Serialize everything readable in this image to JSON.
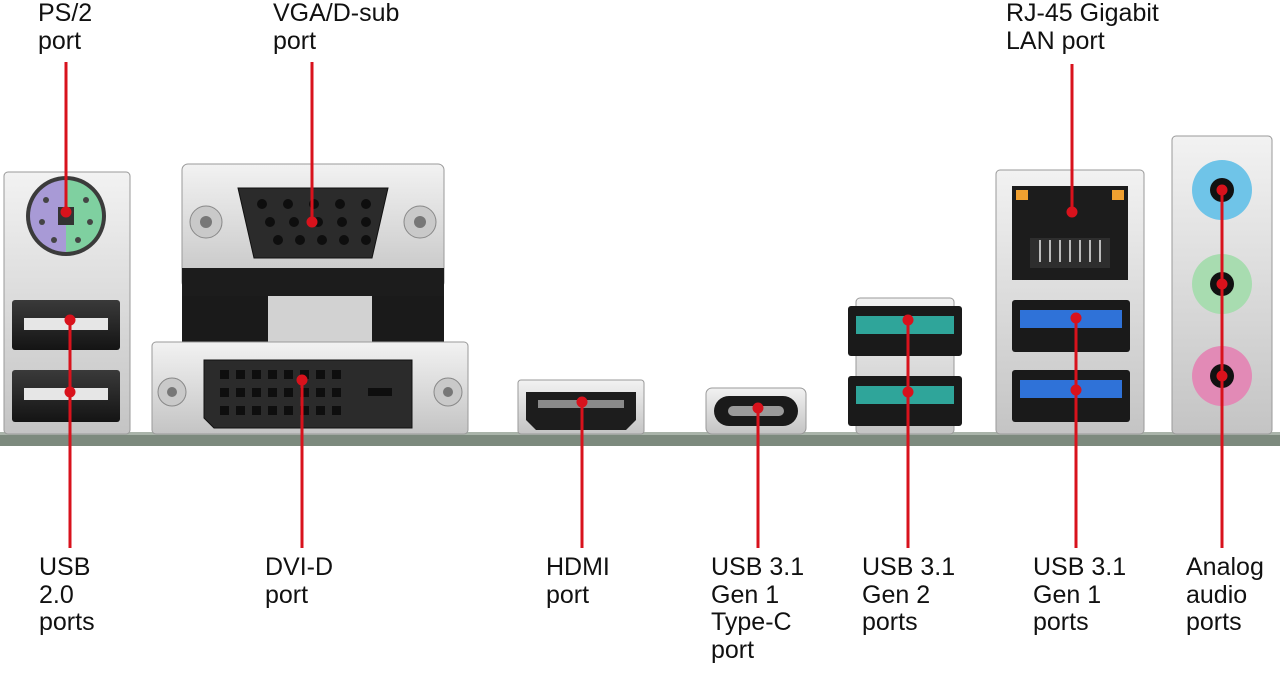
{
  "colors": {
    "leader_line": "#d8121c",
    "ps2_mouse": "#a89ad6",
    "ps2_keyboard": "#7fd0a0",
    "usb3_gen2_teal": "#2fa59a",
    "usb3_gen1_blue": "#2f72d8",
    "audio_line_in": "#6fc4e8",
    "audio_line_out": "#a8dcb0",
    "audio_mic": "#e28ab6",
    "board": "#7d8a7e",
    "metal": "#d8d8d8"
  },
  "labels": {
    "ps2": [
      "PS/2",
      "port"
    ],
    "vga": [
      "VGA/D-sub",
      "port"
    ],
    "rj45": [
      "RJ-45 Gigabit",
      "LAN port"
    ],
    "usb20": [
      "USB",
      "2.0",
      "ports"
    ],
    "dvid": [
      "DVI-D",
      "port"
    ],
    "hdmi": [
      "HDMI",
      "port"
    ],
    "usbc": [
      "USB 3.1",
      "Gen 1",
      "Type-C",
      "port"
    ],
    "usb31g2": [
      "USB 3.1",
      "Gen 2",
      "ports"
    ],
    "usb31g1": [
      "USB 3.1",
      "Gen 1",
      "ports"
    ],
    "audio": [
      "Analog",
      "audio",
      "ports"
    ]
  }
}
